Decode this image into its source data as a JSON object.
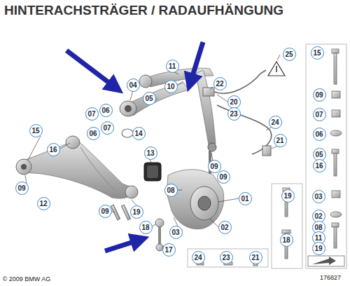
{
  "diagram": {
    "title": "HINTERACHSTRÄGER / RADAUFHÄNGUNG",
    "labels": [
      "04",
      "05",
      "11",
      "10",
      "22",
      "20",
      "23",
      "25",
      "15",
      "09",
      "07",
      "06",
      "07",
      "06",
      "15",
      "16",
      "14",
      "13",
      "24",
      "21",
      "07",
      "06",
      "09",
      "09",
      "05",
      "16",
      "09",
      "12",
      "08",
      "01",
      "09",
      "19",
      "19",
      "03",
      "18",
      "03",
      "02",
      "02",
      "08",
      "17",
      "18",
      "11",
      "19",
      "24",
      "23",
      "21",
      "© 2009 BMW AG",
      "176827"
    ]
  }
}
